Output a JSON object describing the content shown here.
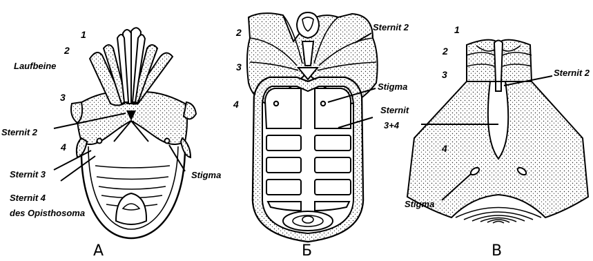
{
  "panel_a": {
    "letter": "А",
    "leg_numbers": [
      "1",
      "2",
      "3",
      "4"
    ],
    "labels": {
      "legs": "Laufbeine",
      "sternit2": "Sternit 2",
      "sternit3": "Sternit 3",
      "sternit4_line1": "Sternit 4",
      "sternit4_line2": "des Opisthosoma",
      "stigma": "Stigma"
    }
  },
  "panel_b": {
    "letter": "Б",
    "leg_numbers": [
      "2",
      "3",
      "4"
    ],
    "labels": {
      "sternit2": "Sternit 2",
      "stigma": "Stigma",
      "sternit34_line1": "Sternit",
      "sternit34_line2": "3+4"
    }
  },
  "panel_c": {
    "letter": "В",
    "leg_numbers": [
      "1",
      "2",
      "3",
      "4"
    ],
    "labels": {
      "sternit2": "Sternit 2",
      "stigma": "Stigma"
    }
  }
}
